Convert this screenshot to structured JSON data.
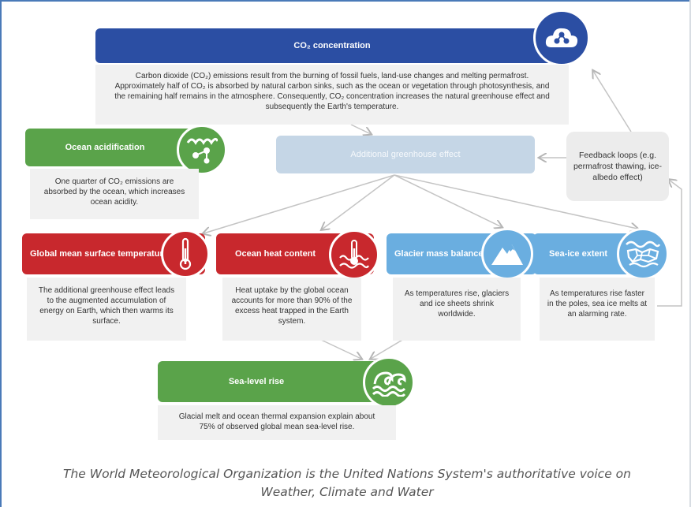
{
  "nodes": {
    "co2": {
      "title": "CO₂ concentration",
      "text": "Carbon dioxide (CO₂) emissions result from the burning of fossil fuels, land-use changes and melting permafrost. Approximately half of CO₂ is absorbed by natural carbon sinks, such as the ocean or vegetation through photosynthesis, and the remaining half remains in the atmosphere. Consequently, CO₂ concentration increases the natural greenhouse effect and subsequently the Earth's temperature.",
      "color": "#2b4ea3",
      "icon": "cloud-network-icon"
    },
    "ocean_acidification": {
      "title": "Ocean acidification",
      "text": "One quarter of CO₂ emissions are absorbed by the ocean, which increases ocean acidity.",
      "color": "#5aa34a",
      "icon": "molecule-wave-icon"
    },
    "greenhouse": {
      "title": "Additional greenhouse effect",
      "color": "#c5d6e6"
    },
    "feedback": {
      "text": "Feedback loops (e.g. permafrost thawing, ice-albedo effect)"
    },
    "gmst": {
      "title": "Global mean surface temperature",
      "text": "The additional greenhouse effect leads to the augmented accumulation of energy on Earth, which then warms its surface.",
      "color": "#c8282d",
      "icon": "thermometer-icon"
    },
    "ocean_heat": {
      "title": "Ocean heat content",
      "text": "Heat uptake by the global ocean accounts for more than 90% of the excess heat trapped in the Earth system.",
      "color": "#c8282d",
      "icon": "ocean-thermometer-icon"
    },
    "glacier": {
      "title": "Glacier mass balance",
      "text": "As temperatures rise, glaciers and ice sheets shrink worldwide.",
      "color": "#6aaee0",
      "icon": "mountain-icon"
    },
    "sea_ice": {
      "title": "Sea-ice extent",
      "text": "As temperatures rise faster in the poles, sea ice melts at an alarming rate.",
      "color": "#6aaee0",
      "icon": "ice-crack-icon"
    },
    "sea_level": {
      "title": "Sea-level rise",
      "text": "Glacial melt and ocean thermal expansion explain about 75% of observed global mean sea-level rise.",
      "color": "#5aa34a",
      "icon": "waves-icon"
    }
  },
  "caption": "The World Meteorological Organization is the United Nations System's authoritative voice on Weather, Climate and Water"
}
